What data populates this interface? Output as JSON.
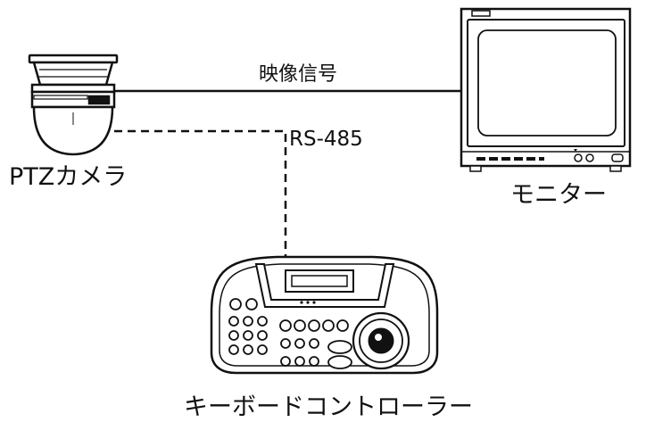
{
  "devices": {
    "camera": "PTZカメラ",
    "monitor": "モニター",
    "keyboard": "キーボードコントローラー"
  },
  "connections": {
    "video": "映像信号",
    "control": "RS-485"
  },
  "colors": {
    "line": "#111111",
    "screen": "#ffffff"
  },
  "icons": [
    "ptz-dome-camera-icon",
    "crt-monitor-icon",
    "keyboard-controller-icon"
  ]
}
